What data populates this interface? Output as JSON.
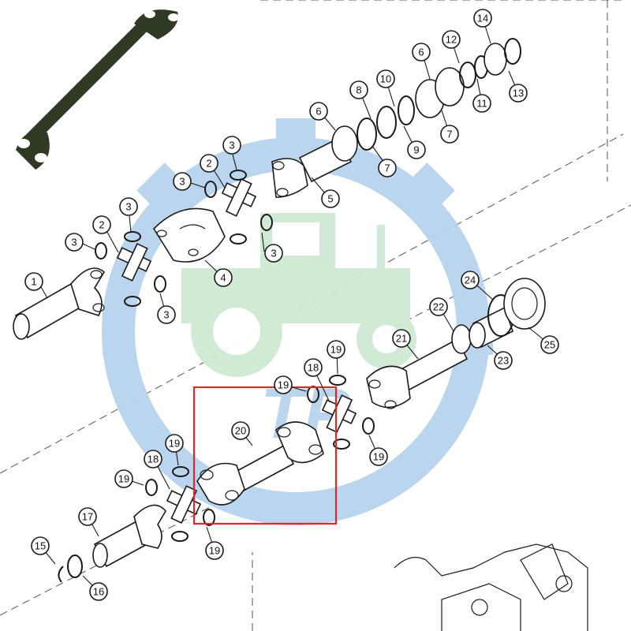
{
  "diagram": {
    "callouts": [
      {
        "n": "1"
      },
      {
        "n": "2"
      },
      {
        "n": "3"
      },
      {
        "n": "3"
      },
      {
        "n": "3"
      },
      {
        "n": "3"
      },
      {
        "n": "2"
      },
      {
        "n": "3"
      },
      {
        "n": "3"
      },
      {
        "n": "4"
      },
      {
        "n": "5"
      },
      {
        "n": "6"
      },
      {
        "n": "7"
      },
      {
        "n": "8"
      },
      {
        "n": "9"
      },
      {
        "n": "10"
      },
      {
        "n": "6"
      },
      {
        "n": "7"
      },
      {
        "n": "11"
      },
      {
        "n": "12"
      },
      {
        "n": "13"
      },
      {
        "n": "14"
      },
      {
        "n": "15"
      },
      {
        "n": "16"
      },
      {
        "n": "17"
      },
      {
        "n": "18"
      },
      {
        "n": "19"
      },
      {
        "n": "19"
      },
      {
        "n": "19"
      },
      {
        "n": "20"
      },
      {
        "n": "19"
      },
      {
        "n": "18"
      },
      {
        "n": "19"
      },
      {
        "n": "19"
      },
      {
        "n": "21"
      },
      {
        "n": "22"
      },
      {
        "n": "23"
      },
      {
        "n": "24"
      },
      {
        "n": "25"
      }
    ]
  },
  "watermark": {
    "logo_text": "TP",
    "gear_color": "#b8d3ee",
    "tractor_color": "#cfe9d4"
  },
  "colors": {
    "line": "#1a1a1a",
    "highlight": "#e0262a",
    "shaft_photo": "#2f3a24"
  }
}
